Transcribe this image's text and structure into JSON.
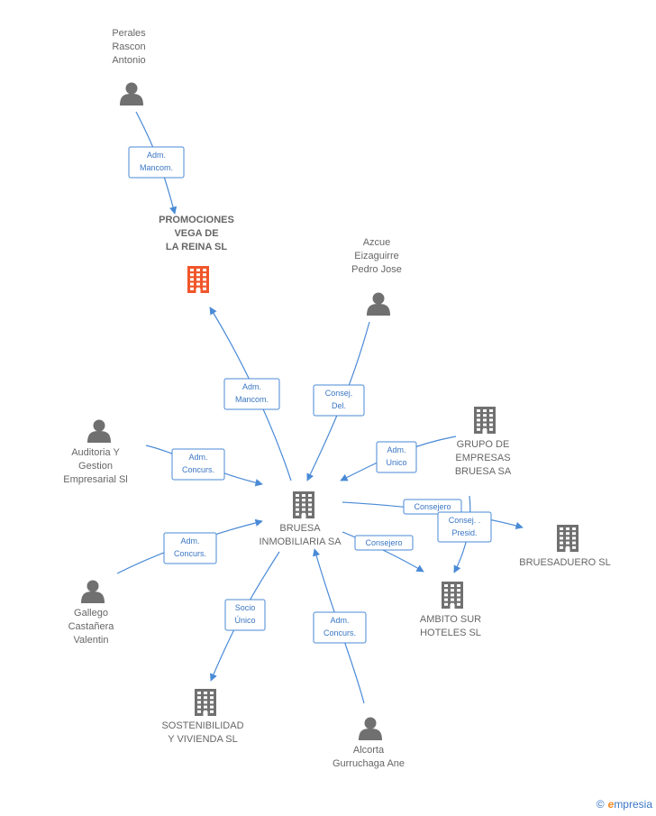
{
  "nodes": [
    {
      "id": "perales",
      "type": "person",
      "lines": [
        "Perales",
        "Rascon",
        "Antonio"
      ]
    },
    {
      "id": "promociones",
      "type": "company_focus",
      "lines": [
        "PROMOCIONES",
        "VEGA DE",
        "LA REINA SL"
      ]
    },
    {
      "id": "azcue",
      "type": "person",
      "lines": [
        "Azcue",
        "Eizaguirre",
        "Pedro Jose"
      ]
    },
    {
      "id": "auditoria",
      "type": "person",
      "lines": [
        "Auditoria Y",
        "Gestion",
        "Empresarial Sl"
      ]
    },
    {
      "id": "grupo",
      "type": "company",
      "lines": [
        "GRUPO DE",
        "EMPRESAS",
        "BRUESA SA"
      ]
    },
    {
      "id": "bruesa",
      "type": "company",
      "lines": [
        "BRUESA",
        "INMOBILIARIA SA"
      ]
    },
    {
      "id": "bruesaduero",
      "type": "company",
      "lines": [
        "BRUESADUERO SL"
      ]
    },
    {
      "id": "ambito",
      "type": "company",
      "lines": [
        "AMBITO SUR",
        "HOTELES SL"
      ]
    },
    {
      "id": "gallego",
      "type": "person",
      "lines": [
        "Gallego",
        "Castañera",
        "Valentin"
      ]
    },
    {
      "id": "sostenibilidad",
      "type": "company",
      "lines": [
        "SOSTENIBILIDAD",
        "Y VIVIENDA SL"
      ]
    },
    {
      "id": "alcorta",
      "type": "person",
      "lines": [
        "Alcorta",
        "Gurruchaga Ane"
      ]
    }
  ],
  "edges": [
    {
      "from": "perales",
      "to": "promociones",
      "label": [
        "Adm.",
        "Mancom."
      ]
    },
    {
      "from": "bruesa",
      "to": "promociones",
      "label": [
        "Adm.",
        "Mancom."
      ]
    },
    {
      "from": "azcue",
      "to": "bruesa",
      "label": [
        "Consej.",
        "Del."
      ]
    },
    {
      "from": "auditoria",
      "to": "bruesa",
      "label": [
        "Adm.",
        "Concurs."
      ]
    },
    {
      "from": "grupo",
      "to": "bruesa",
      "label": [
        "Adm.",
        "Unico"
      ]
    },
    {
      "from": "bruesa",
      "to": "bruesaduero",
      "label": [
        "Consejero"
      ]
    },
    {
      "from": "grupo",
      "to": "ambito",
      "label": [
        "Consej. .",
        "Presid."
      ]
    },
    {
      "from": "bruesa",
      "to": "ambito",
      "label": [
        "Consejero"
      ]
    },
    {
      "from": "gallego",
      "to": "bruesa",
      "label": [
        "Adm.",
        "Concurs."
      ]
    },
    {
      "from": "bruesa",
      "to": "sostenibilidad",
      "label": [
        "Socio",
        "Único"
      ]
    },
    {
      "from": "alcorta",
      "to": "bruesa",
      "label": [
        "Adm.",
        "Concurs."
      ]
    }
  ],
  "colors": {
    "edge": "#4a8ad6",
    "person": "#707070",
    "company": "#707070",
    "focus": "#f0562a"
  },
  "footer": {
    "copyright": "©",
    "brand_initial": "e",
    "brand_rest": "mpresia"
  }
}
